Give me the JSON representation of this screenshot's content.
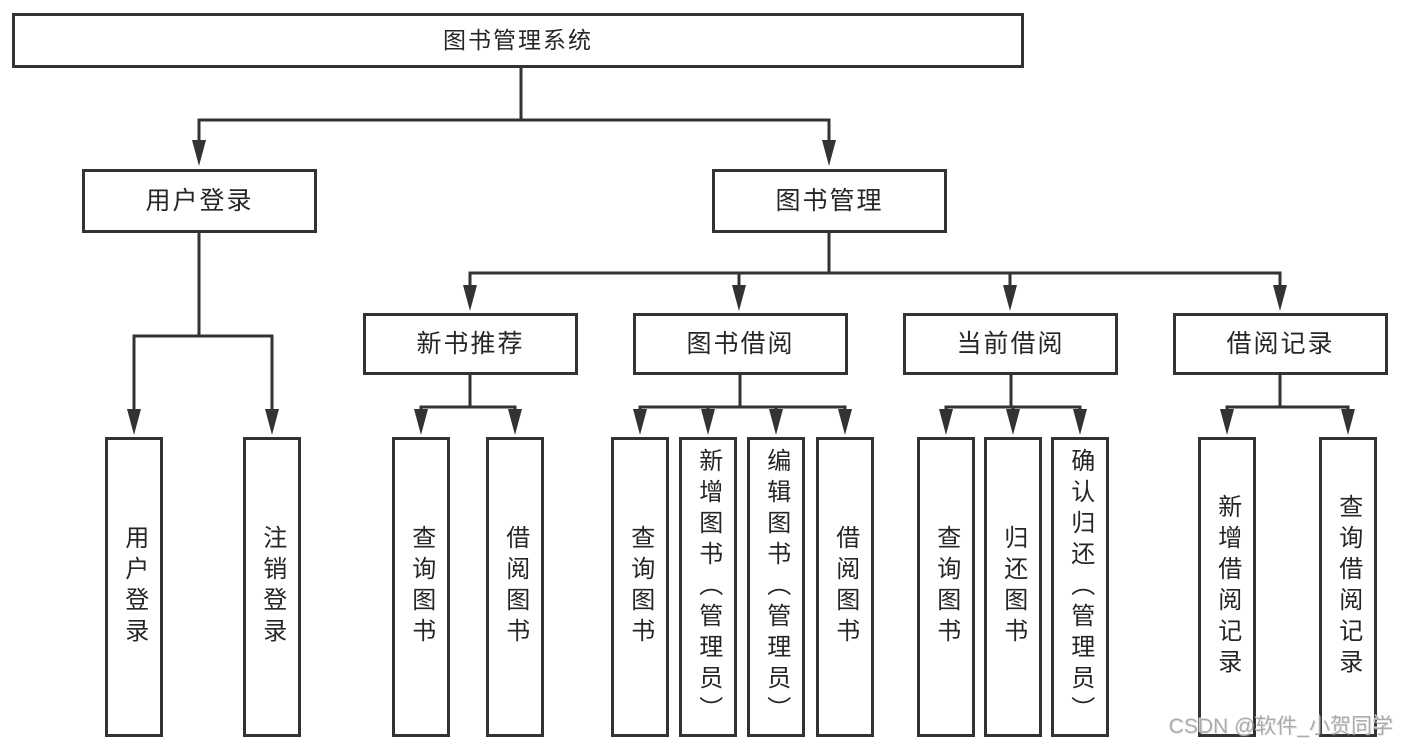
{
  "diagram": {
    "tree": {
      "label": "图书管理系统",
      "children": [
        {
          "label": "用户登录",
          "children": [
            {
              "label": "用户登录"
            },
            {
              "label": "注销登录"
            }
          ]
        },
        {
          "label": "图书管理",
          "children": [
            {
              "label": "新书推荐",
              "children": [
                {
                  "label": "查询图书"
                },
                {
                  "label": "借阅图书"
                }
              ]
            },
            {
              "label": "图书借阅",
              "children": [
                {
                  "label": "查询图书"
                },
                {
                  "label": "新增图书（管理员）"
                },
                {
                  "label": "编辑图书（管理员）"
                },
                {
                  "label": "借阅图书"
                }
              ]
            },
            {
              "label": "当前借阅",
              "children": [
                {
                  "label": "查询图书"
                },
                {
                  "label": "归还图书"
                },
                {
                  "label": "确认归还（管理员）"
                }
              ]
            },
            {
              "label": "借阅记录",
              "children": [
                {
                  "label": "新增借阅记录"
                },
                {
                  "label": "查询借阅记录"
                }
              ]
            }
          ]
        }
      ]
    },
    "colors": {
      "line": "#333333",
      "box_border": "#333333",
      "text": "#262626",
      "background": "#ffffff"
    }
  },
  "watermark": {
    "text": "CSDN @软件_小贺同学",
    "color": "#ababab"
  }
}
